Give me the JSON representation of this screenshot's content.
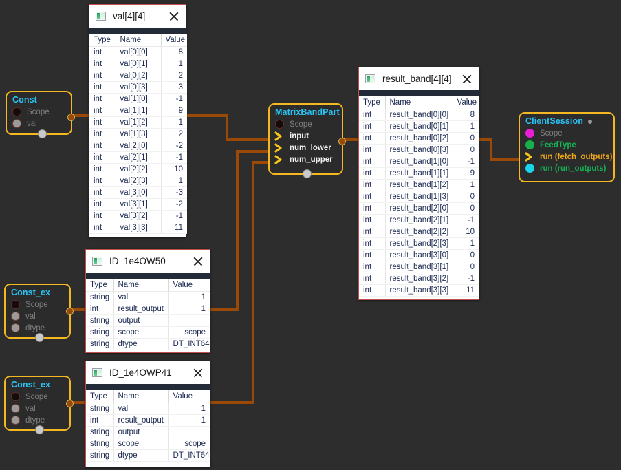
{
  "canvas": {
    "background": "#2d2d2d",
    "wire_color": "#9a4a06",
    "node_border": "#f5b820",
    "node_title_color": "#2ac3f5"
  },
  "nodes": [
    {
      "id": "const",
      "title": "Const",
      "title_dot": false,
      "ports": [
        {
          "label": "Scope",
          "glyph": "dot-black",
          "style": "muted"
        },
        {
          "label": "val",
          "glyph": "dot-gray",
          "style": "muted"
        }
      ]
    },
    {
      "id": "const_ex_1",
      "title": "Const_ex",
      "title_dot": false,
      "ports": [
        {
          "label": "Scope",
          "glyph": "dot-black",
          "style": "muted"
        },
        {
          "label": "val",
          "glyph": "dot-gray",
          "style": "muted"
        },
        {
          "label": "dtype",
          "glyph": "dot-gray",
          "style": "muted"
        }
      ]
    },
    {
      "id": "const_ex_2",
      "title": "Const_ex",
      "title_dot": false,
      "ports": [
        {
          "label": "Scope",
          "glyph": "dot-black",
          "style": "muted"
        },
        {
          "label": "val",
          "glyph": "dot-gray",
          "style": "muted"
        },
        {
          "label": "dtype",
          "glyph": "dot-gray",
          "style": "muted"
        }
      ]
    },
    {
      "id": "matrixbandpart",
      "title": "MatrixBandPart",
      "title_dot": false,
      "ports": [
        {
          "label": "Scope",
          "glyph": "dot-black",
          "style": "muted"
        },
        {
          "label": "input",
          "glyph": "chevron-orange",
          "style": "bold"
        },
        {
          "label": "num_lower",
          "glyph": "chevron-orange",
          "style": "bold"
        },
        {
          "label": "num_upper",
          "glyph": "chevron-orange",
          "style": "bold"
        }
      ]
    },
    {
      "id": "clientsession",
      "title": "ClientSession",
      "title_dot": true,
      "ports": [
        {
          "label": "Scope",
          "glyph": "dot-magenta",
          "style": "muted"
        },
        {
          "label": "FeedType",
          "glyph": "dot-green",
          "style": "green"
        },
        {
          "label": "run (fetch_outputs)",
          "glyph": "chevron-orange",
          "style": "orange"
        },
        {
          "label": "run (run_outputs)",
          "glyph": "dot-cyan",
          "style": "green"
        }
      ]
    }
  ],
  "windows": [
    {
      "id": "val",
      "title": "val[4][4]",
      "icon": "window-icon",
      "close": "close-icon",
      "columns": [
        "Type",
        "Name",
        "Value"
      ],
      "rows": [
        [
          "int",
          "val[0][0]",
          "8"
        ],
        [
          "int",
          "val[0][1]",
          "1"
        ],
        [
          "int",
          "val[0][2]",
          "2"
        ],
        [
          "int",
          "val[0][3]",
          "3"
        ],
        [
          "int",
          "val[1][0]",
          "-1"
        ],
        [
          "int",
          "val[1][1]",
          "9"
        ],
        [
          "int",
          "val[1][2]",
          "1"
        ],
        [
          "int",
          "val[1][3]",
          "2"
        ],
        [
          "int",
          "val[2][0]",
          "-2"
        ],
        [
          "int",
          "val[2][1]",
          "-1"
        ],
        [
          "int",
          "val[2][2]",
          "10"
        ],
        [
          "int",
          "val[2][3]",
          "1"
        ],
        [
          "int",
          "val[3][0]",
          "-3"
        ],
        [
          "int",
          "val[3][1]",
          "-2"
        ],
        [
          "int",
          "val[3][2]",
          "-1"
        ],
        [
          "int",
          "val[3][3]",
          "11"
        ]
      ]
    },
    {
      "id": "result_band",
      "title": "result_band[4][4]",
      "icon": "window-icon",
      "close": "close-icon",
      "columns": [
        "Type",
        "Name",
        "Value"
      ],
      "rows": [
        [
          "int",
          "result_band[0][0]",
          "8"
        ],
        [
          "int",
          "result_band[0][1]",
          "1"
        ],
        [
          "int",
          "result_band[0][2]",
          "0"
        ],
        [
          "int",
          "result_band[0][3]",
          "0"
        ],
        [
          "int",
          "result_band[1][0]",
          "-1"
        ],
        [
          "int",
          "result_band[1][1]",
          "9"
        ],
        [
          "int",
          "result_band[1][2]",
          "1"
        ],
        [
          "int",
          "result_band[1][3]",
          "0"
        ],
        [
          "int",
          "result_band[2][0]",
          "0"
        ],
        [
          "int",
          "result_band[2][1]",
          "-1"
        ],
        [
          "int",
          "result_band[2][2]",
          "10"
        ],
        [
          "int",
          "result_band[2][3]",
          "1"
        ],
        [
          "int",
          "result_band[3][0]",
          "0"
        ],
        [
          "int",
          "result_band[3][1]",
          "0"
        ],
        [
          "int",
          "result_band[3][2]",
          "-1"
        ],
        [
          "int",
          "result_band[3][3]",
          "11"
        ]
      ]
    },
    {
      "id": "id_1e4ow50",
      "title": "ID_1e4OW50",
      "icon": "window-icon",
      "close": "close-icon",
      "columns": [
        "Type",
        "Name",
        "Value"
      ],
      "rows": [
        [
          "string",
          "val",
          "1"
        ],
        [
          "int",
          "result_output",
          "1"
        ],
        [
          "string",
          "output",
          ""
        ],
        [
          "string",
          "scope",
          "scope"
        ],
        [
          "string",
          "dtype",
          "DT_INT64"
        ]
      ]
    },
    {
      "id": "id_1e4owp41",
      "title": "ID_1e4OWP41",
      "icon": "window-icon",
      "close": "close-icon",
      "columns": [
        "Type",
        "Name",
        "Value"
      ],
      "rows": [
        [
          "string",
          "val",
          "1"
        ],
        [
          "int",
          "result_output",
          "1"
        ],
        [
          "string",
          "output",
          ""
        ],
        [
          "string",
          "scope",
          "scope"
        ],
        [
          "string",
          "dtype",
          "DT_INT64"
        ]
      ]
    }
  ]
}
